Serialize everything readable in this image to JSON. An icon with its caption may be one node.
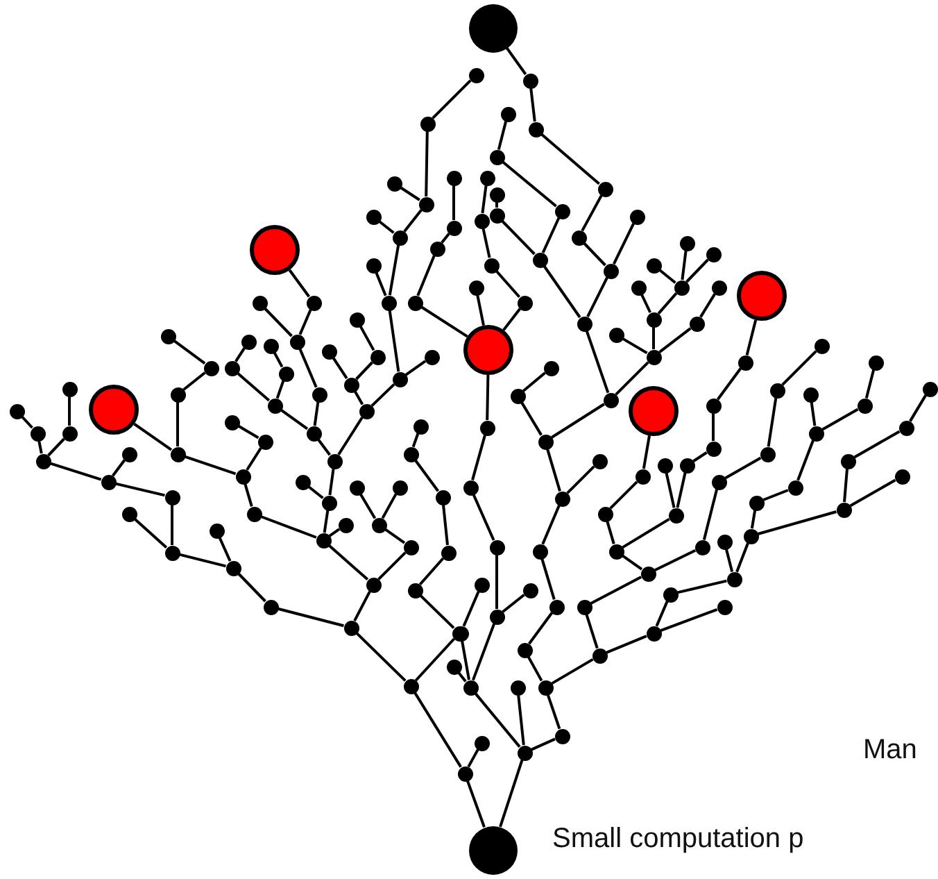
{
  "diagram": {
    "nodes": [
      {
        "text": [],
        "shape": "circle"
      },
      {
        "text": [],
        "shape": "circle"
      },
      {
        "text": [],
        "shape": "circle"
      },
      {
        "text": [],
        "shape": "circle"
      },
      {
        "text": [],
        "shape": "circle"
      },
      {
        "text": [],
        "shape": "circle"
      },
      {
        "text": [],
        "shape": "circle"
      },
      {
        "text": [],
        "shape": "circle"
      },
      {
        "text": [],
        "shape": "circle"
      },
      {
        "text": [],
        "shape": "circle"
      },
      {
        "text": [],
        "shape": "circle"
      },
      {
        "text": [],
        "shape": "circle"
      },
      {
        "text": [],
        "shape": "circle"
      },
      {
        "text": [],
        "shape": "circle"
      },
      {
        "text": [],
        "shape": "circle"
      },
      {
        "text": [],
        "shape": "circle"
      },
      {
        "text": [],
        "shape": "circle"
      },
      {
        "text": [],
        "shape": "circle"
      },
      {
        "text": [],
        "shape": "circle"
      },
      {
        "text": [],
        "shape": "circle"
      },
      {
        "text": [],
        "shape": "circle"
      },
      {
        "text": [],
        "shape": "circle"
      },
      {
        "text": [],
        "shape": "circle"
      },
      {
        "text": [],
        "shape": "circle"
      },
      {
        "text": [],
        "shape": "circle"
      },
      {
        "text": [],
        "shape": "circle"
      },
      {
        "text": [],
        "shape": "circle"
      },
      {
        "text": [],
        "shape": "circle"
      },
      {
        "text": [],
        "shape": "circle"
      },
      {
        "text": [],
        "shape": "circle"
      },
      {
        "text": [],
        "shape": "circle"
      },
      {
        "text": [],
        "shape": "circle"
      },
      {
        "text": [],
        "shape": "circle"
      },
      {
        "text": [],
        "shape": "circle"
      },
      {
        "text": [],
        "shape": "circle"
      },
      {
        "text": [],
        "shape": "circle"
      },
      {
        "text": [],
        "shape": "circle"
      },
      {
        "text": [],
        "shape": "circle"
      },
      {
        "text": [],
        "shape": "circle"
      },
      {
        "text": [],
        "shape": "circle"
      },
      {
        "text": [],
        "shape": "circle"
      },
      {
        "text": [],
        "shape": "circle"
      },
      {
        "text": [],
        "shape": "circle"
      },
      {
        "text": [],
        "shape": "circle"
      },
      {
        "text": [],
        "shape": "circle"
      },
      {
        "text": [],
        "shape": "circle"
      },
      {
        "text": [],
        "shape": "circle"
      },
      {
        "text": [],
        "shape": "circle"
      },
      {
        "text": [],
        "shape": "circle"
      },
      {
        "text": [],
        "shape": "circle"
      },
      {
        "text": [],
        "shape": "circle"
      },
      {
        "text": [],
        "shape": "circle"
      },
      {
        "text": [],
        "shape": "circle"
      },
      {
        "text": [],
        "shape": "circle"
      },
      {
        "text": [],
        "shape": "circle"
      },
      {
        "text": [],
        "shape": "circle"
      },
      {
        "text": [],
        "shape": "circle"
      },
      {
        "text": [],
        "shape": "circle"
      },
      {
        "text": [],
        "shape": "circle"
      },
      {
        "text": [],
        "shape": "circle"
      },
      {
        "text": [],
        "shape": "circle"
      },
      {
        "text": [],
        "shape": "circle"
      },
      {
        "text": [],
        "shape": "circle"
      },
      {
        "text": [],
        "shape": "circle"
      },
      {
        "text": [],
        "shape": "circle"
      },
      {
        "text": [],
        "shape": "circle"
      },
      {
        "text": [],
        "shape": "circle"
      },
      {
        "text": [],
        "shape": "circle"
      },
      {
        "text": [],
        "shape": "circle"
      },
      {
        "text": [],
        "shape": "circle"
      },
      {
        "text": [],
        "shape": "circle"
      },
      {
        "text": [],
        "shape": "circle"
      },
      {
        "text": [],
        "shape": "circle"
      },
      {
        "text": [],
        "shape": "circle"
      },
      {
        "text": [],
        "shape": "circle"
      },
      {
        "text": [],
        "shape": "circle"
      },
      {
        "text": [],
        "shape": "circle"
      },
      {
        "text": [],
        "shape": "circle"
      },
      {
        "text": [],
        "shape": "circle"
      },
      {
        "text": [],
        "shape": "circle"
      },
      {
        "text": [],
        "shape": "circle"
      },
      {
        "text": [],
        "shape": "circle"
      },
      {
        "text": [],
        "shape": "circle"
      },
      {
        "text": [],
        "shape": "circle"
      },
      {
        "text": [],
        "shape": "circle"
      },
      {
        "text": [],
        "shape": "circle"
      },
      {
        "text": [],
        "shape": "circle"
      },
      {
        "text": [],
        "shape": "circle"
      },
      {
        "text": [],
        "shape": "circle"
      },
      {
        "text": [],
        "shape": "circle"
      },
      {
        "text": [],
        "shape": "circle"
      },
      {
        "text": [],
        "shape": "circle"
      },
      {
        "text": [],
        "shape": "circle"
      },
      {
        "text": [],
        "shape": "circle"
      },
      {
        "text": [],
        "shape": "circle"
      },
      {
        "text": [],
        "shape": "circle"
      },
      {
        "text": [],
        "shape": "circle"
      },
      {
        "text": [],
        "shape": "circle"
      },
      {
        "text": [],
        "shape": "circle"
      },
      {
        "text": [],
        "shape": "circle"
      },
      {
        "text": [],
        "shape": "circle"
      },
      {
        "text": [],
        "shape": "circle"
      },
      {
        "text": [],
        "shape": "circle"
      },
      {
        "text": [],
        "shape": "circle"
      },
      {
        "text": [],
        "shape": "circle"
      },
      {
        "text": [],
        "shape": "circle"
      },
      {
        "text": [],
        "shape": "circle"
      },
      {
        "text": [],
        "shape": "circle"
      },
      {
        "text": [],
        "shape": "circle"
      },
      {
        "text": [],
        "shape": "circle"
      },
      {
        "text": [],
        "shape": "circle"
      },
      {
        "text": [],
        "shape": "circle"
      },
      {
        "text": [],
        "shape": "circle"
      },
      {
        "text": [],
        "shape": "circle"
      },
      {
        "text": [],
        "shape": "circle"
      },
      {
        "text": [],
        "shape": "circle"
      },
      {
        "text": [],
        "shape": "circle"
      },
      {
        "text": [],
        "shape": "circle"
      },
      {
        "text": [],
        "shape": "circle"
      },
      {
        "text": [],
        "shape": "circle"
      },
      {
        "text": [],
        "shape": "circle"
      },
      {
        "text": [],
        "shape": "circle"
      },
      {
        "text": [],
        "shape": "circle"
      },
      {
        "text": [],
        "shape": "circle"
      },
      {
        "text": [],
        "shape": "circle"
      },
      {
        "text": [],
        "shape": "circle"
      },
      {
        "text": [],
        "shape": "circle"
      },
      {
        "text": [],
        "shape": "circle"
      },
      {
        "text": [],
        "shape": "circle"
      },
      {
        "text": [],
        "shape": "circle"
      },
      {
        "text": [],
        "shape": "circle"
      },
      {
        "text": [],
        "shape": "circle"
      },
      {
        "text": [],
        "shape": "circle"
      },
      {
        "text": [],
        "shape": "circle"
      },
      {
        "text": [],
        "shape": "circle"
      },
      {
        "text": [],
        "shape": "circle"
      },
      {
        "text": [],
        "shape": "circle"
      },
      {
        "text": [],
        "shape": "circle"
      },
      {
        "text": [],
        "shape": "circle"
      },
      {
        "text": [],
        "shape": "circle"
      },
      {
        "text": [],
        "shape": "circle"
      },
      {
        "text": [],
        "shape": "circle"
      },
      {
        "text": [],
        "shape": "circle"
      },
      {
        "text": [],
        "shape": "circle"
      },
      {
        "text": [],
        "shape": "circle"
      },
      {
        "text": [],
        "shape": "circle"
      },
      {
        "text": [],
        "shape": "circle"
      },
      {
        "text": [],
        "shape": "circle"
      },
      {
        "text": [],
        "shape": "circle"
      },
      {
        "text": [],
        "shape": "circle"
      },
      {
        "text": [],
        "shape": "circle"
      },
      {
        "text": [],
        "shape": "circle"
      },
      {
        "text": [],
        "shape": "circle"
      },
      {
        "text": [],
        "shape": "circle"
      },
      {
        "text": [],
        "shape": "circle"
      },
      {
        "text": [],
        "shape": "circle"
      },
      {
        "text": [],
        "shape": "circle"
      },
      {
        "text": [],
        "shape": "circle"
      },
      {
        "text": [],
        "shape": "circle"
      },
      {
        "text": [],
        "shape": "circle"
      },
      {
        "text": [],
        "shape": "circle"
      }
    ],
    "edges": [
      {
        "from": 0,
        "to": 1,
        "arrow": "none"
      },
      {
        "from": 1,
        "to": 2,
        "arrow": "none"
      },
      {
        "from": 2,
        "to": 3,
        "arrow": "none"
      },
      {
        "from": 3,
        "to": 4,
        "arrow": "none"
      },
      {
        "from": 4,
        "to": 6,
        "arrow": "none"
      },
      {
        "from": 6,
        "to": 5,
        "arrow": "none"
      },
      {
        "from": 6,
        "to": 7,
        "arrow": "none"
      },
      {
        "from": 7,
        "to": 8,
        "arrow": "none"
      },
      {
        "from": 8,
        "to": 9,
        "arrow": "none"
      },
      {
        "from": 10,
        "to": 11,
        "arrow": "none"
      },
      {
        "from": 10,
        "to": 12,
        "arrow": "none"
      },
      {
        "from": 12,
        "to": 13,
        "arrow": "none"
      },
      {
        "from": 13,
        "to": 14,
        "arrow": "none"
      },
      {
        "from": 14,
        "to": 15,
        "arrow": "none"
      },
      {
        "from": 13,
        "to": 7,
        "arrow": "none"
      },
      {
        "from": 16,
        "to": 17,
        "arrow": "none"
      },
      {
        "from": 16,
        "to": 18,
        "arrow": "none"
      },
      {
        "from": 18,
        "to": 19,
        "arrow": "none"
      },
      {
        "from": 19,
        "to": 21,
        "arrow": "none"
      },
      {
        "from": 20,
        "to": 21,
        "arrow": "none"
      },
      {
        "from": 22,
        "to": 23,
        "arrow": "none"
      },
      {
        "from": 23,
        "to": 24,
        "arrow": "none"
      },
      {
        "from": 24,
        "to": 25,
        "arrow": "none"
      },
      {
        "from": 24,
        "to": 26,
        "arrow": "none"
      },
      {
        "from": 26,
        "to": 27,
        "arrow": "none"
      },
      {
        "from": 26,
        "to": 28,
        "arrow": "none"
      },
      {
        "from": 28,
        "to": 29,
        "arrow": "none"
      },
      {
        "from": 28,
        "to": 30,
        "arrow": "none"
      },
      {
        "from": 30,
        "to": 31,
        "arrow": "none"
      },
      {
        "from": 30,
        "to": 32,
        "arrow": "none"
      },
      {
        "from": 32,
        "to": 33,
        "arrow": "none"
      },
      {
        "from": 33,
        "to": 34,
        "arrow": "none"
      },
      {
        "from": 33,
        "to": 35,
        "arrow": "none"
      },
      {
        "from": 35,
        "to": 36,
        "arrow": "none"
      },
      {
        "from": 37,
        "to": 38,
        "arrow": "none"
      },
      {
        "from": 38,
        "to": 39,
        "arrow": "none"
      },
      {
        "from": 39,
        "to": 40,
        "arrow": "none"
      },
      {
        "from": 37,
        "to": 21,
        "arrow": "none"
      },
      {
        "from": 41,
        "to": 42,
        "arrow": "none"
      },
      {
        "from": 42,
        "to": 43,
        "arrow": "none"
      },
      {
        "from": 43,
        "to": 44,
        "arrow": "none"
      },
      {
        "from": 43,
        "to": 45,
        "arrow": "none"
      },
      {
        "from": 45,
        "to": 46,
        "arrow": "none"
      },
      {
        "from": 47,
        "to": 49,
        "arrow": "none"
      },
      {
        "from": 47,
        "to": 48,
        "arrow": "none"
      },
      {
        "from": 51,
        "to": 50,
        "arrow": "none"
      },
      {
        "from": 51,
        "to": 48,
        "arrow": "none"
      },
      {
        "from": 48,
        "to": 46,
        "arrow": "none"
      },
      {
        "from": 52,
        "to": 53,
        "arrow": "none"
      },
      {
        "from": 32,
        "to": 54,
        "arrow": "none"
      },
      {
        "from": 46,
        "to": 54,
        "arrow": "none"
      },
      {
        "from": 54,
        "to": 55,
        "arrow": "none"
      },
      {
        "from": 55,
        "to": 56,
        "arrow": "none"
      },
      {
        "from": 55,
        "to": 58,
        "arrow": "none"
      },
      {
        "from": 58,
        "to": 57,
        "arrow": "none"
      },
      {
        "from": 58,
        "to": 59,
        "arrow": "none"
      },
      {
        "from": 59,
        "to": 60,
        "arrow": "none"
      },
      {
        "from": 60,
        "to": 53,
        "arrow": "none"
      },
      {
        "from": 61,
        "to": 62,
        "arrow": "none"
      },
      {
        "from": 62,
        "to": 63,
        "arrow": "none"
      },
      {
        "from": 63,
        "to": 64,
        "arrow": "none"
      },
      {
        "from": 64,
        "to": 65,
        "arrow": "none"
      },
      {
        "from": 62,
        "to": 60,
        "arrow": "none"
      },
      {
        "from": 66,
        "to": 67,
        "arrow": "none"
      },
      {
        "from": 67,
        "to": 68,
        "arrow": "none"
      },
      {
        "from": 66,
        "to": 69,
        "arrow": "none"
      },
      {
        "from": 69,
        "to": 70,
        "arrow": "none"
      },
      {
        "from": 66,
        "to": 71,
        "arrow": "none"
      },
      {
        "from": 71,
        "to": 72,
        "arrow": "none"
      },
      {
        "from": 71,
        "to": 73,
        "arrow": "none"
      },
      {
        "from": 73,
        "to": 75,
        "arrow": "none"
      },
      {
        "from": 74,
        "to": 75,
        "arrow": "none"
      },
      {
        "from": 75,
        "to": 77,
        "arrow": "none"
      },
      {
        "from": 76,
        "to": 77,
        "arrow": "none"
      },
      {
        "from": 77,
        "to": 78,
        "arrow": "none"
      },
      {
        "from": 78,
        "to": 79,
        "arrow": "none"
      },
      {
        "from": 79,
        "to": 80,
        "arrow": "none"
      },
      {
        "from": 80,
        "to": 58,
        "arrow": "none"
      },
      {
        "from": 80,
        "to": 81,
        "arrow": "none"
      },
      {
        "from": 81,
        "to": 82,
        "arrow": "none"
      },
      {
        "from": 82,
        "to": 83,
        "arrow": "none"
      },
      {
        "from": 82,
        "to": 84,
        "arrow": "none"
      },
      {
        "from": 79,
        "to": 91,
        "arrow": "none"
      },
      {
        "from": 91,
        "to": 90,
        "arrow": "none"
      },
      {
        "from": 90,
        "to": 89,
        "arrow": "none"
      },
      {
        "from": 89,
        "to": 88,
        "arrow": "none"
      },
      {
        "from": 88,
        "to": 85,
        "arrow": "none"
      },
      {
        "from": 85,
        "to": 86,
        "arrow": "none"
      },
      {
        "from": 86,
        "to": 87,
        "arrow": "none"
      },
      {
        "from": 91,
        "to": 92,
        "arrow": "none"
      },
      {
        "from": 92,
        "to": 93,
        "arrow": "none"
      },
      {
        "from": 21,
        "to": 94,
        "arrow": "none"
      },
      {
        "from": 94,
        "to": 95,
        "arrow": "none"
      },
      {
        "from": 95,
        "to": 96,
        "arrow": "none"
      },
      {
        "from": 96,
        "to": 97,
        "arrow": "none"
      },
      {
        "from": 97,
        "to": 98,
        "arrow": "none"
      },
      {
        "from": 97,
        "to": 101,
        "arrow": "none"
      },
      {
        "from": 99,
        "to": 100,
        "arrow": "none"
      },
      {
        "from": 100,
        "to": 101,
        "arrow": "none"
      },
      {
        "from": 101,
        "to": 103,
        "arrow": "none"
      },
      {
        "from": 102,
        "to": 103,
        "arrow": "none"
      },
      {
        "from": 103,
        "to": 93,
        "arrow": "none"
      },
      {
        "from": 103,
        "to": 104,
        "arrow": "none"
      },
      {
        "from": 104,
        "to": 105,
        "arrow": "none"
      },
      {
        "from": 105,
        "to": 106,
        "arrow": "none"
      },
      {
        "from": 106,
        "to": 107,
        "arrow": "none"
      },
      {
        "from": 107,
        "to": 108,
        "arrow": "none"
      },
      {
        "from": 108,
        "to": 109,
        "arrow": "none"
      },
      {
        "from": 109,
        "to": 9,
        "arrow": "none"
      },
      {
        "from": 109,
        "to": 110,
        "arrow": "none"
      },
      {
        "from": 111,
        "to": 92,
        "arrow": "none"
      },
      {
        "from": 112,
        "to": 113,
        "arrow": "none"
      },
      {
        "from": 113,
        "to": 114,
        "arrow": "none"
      },
      {
        "from": 114,
        "to": 115,
        "arrow": "none"
      },
      {
        "from": 115,
        "to": 116,
        "arrow": "none"
      },
      {
        "from": 115,
        "to": 117,
        "arrow": "none"
      },
      {
        "from": 117,
        "to": 118,
        "arrow": "none"
      },
      {
        "from": 117,
        "to": 119,
        "arrow": "none"
      },
      {
        "from": 119,
        "to": 120,
        "arrow": "none"
      },
      {
        "from": 120,
        "to": 121,
        "arrow": "none"
      },
      {
        "from": 121,
        "to": 122,
        "arrow": "none"
      },
      {
        "from": 122,
        "to": 123,
        "arrow": "none"
      },
      {
        "from": 116,
        "to": 124,
        "arrow": "none"
      },
      {
        "from": 124,
        "to": 125,
        "arrow": "none"
      },
      {
        "from": 125,
        "to": 126,
        "arrow": "none"
      },
      {
        "from": 126,
        "to": 127,
        "arrow": "none"
      },
      {
        "from": 127,
        "to": 128,
        "arrow": "none"
      },
      {
        "from": 116,
        "to": 129,
        "arrow": "none"
      },
      {
        "from": 129,
        "to": 130,
        "arrow": "none"
      },
      {
        "from": 130,
        "to": 131,
        "arrow": "none"
      },
      {
        "from": 131,
        "to": 132,
        "arrow": "none"
      },
      {
        "from": 132,
        "to": 133,
        "arrow": "none"
      },
      {
        "from": 131,
        "to": 134,
        "arrow": "none"
      },
      {
        "from": 133,
        "to": 135,
        "arrow": "none"
      },
      {
        "from": 133,
        "to": 136,
        "arrow": "none"
      },
      {
        "from": 136,
        "to": 137,
        "arrow": "none"
      },
      {
        "from": 137,
        "to": 138,
        "arrow": "none"
      },
      {
        "from": 138,
        "to": 139,
        "arrow": "none"
      },
      {
        "from": 139,
        "to": 140,
        "arrow": "none"
      },
      {
        "from": 139,
        "to": 141,
        "arrow": "none"
      },
      {
        "from": 141,
        "to": 142,
        "arrow": "none"
      },
      {
        "from": 136,
        "to": 143,
        "arrow": "none"
      },
      {
        "from": 143,
        "to": 144,
        "arrow": "none"
      },
      {
        "from": 144,
        "to": 145,
        "arrow": "none"
      },
      {
        "from": 145,
        "to": 146,
        "arrow": "none"
      },
      {
        "from": 143,
        "to": 147,
        "arrow": "none"
      },
      {
        "from": 130,
        "to": 105,
        "arrow": "none"
      },
      {
        "from": 8,
        "to": 148,
        "arrow": "none"
      },
      {
        "from": 148,
        "to": 149,
        "arrow": "none"
      },
      {
        "from": 149,
        "to": 150,
        "arrow": "none"
      },
      {
        "from": 148,
        "to": 157,
        "arrow": "none"
      },
      {
        "from": 148,
        "to": 151,
        "arrow": "none"
      },
      {
        "from": 151,
        "to": 152,
        "arrow": "none"
      },
      {
        "from": 151,
        "to": 156,
        "arrow": "none"
      },
      {
        "from": 152,
        "to": 153,
        "arrow": "none"
      },
      {
        "from": 152,
        "to": 154,
        "arrow": "none"
      },
      {
        "from": 152,
        "to": 155,
        "arrow": "none"
      },
      {
        "from": 9,
        "to": 158,
        "arrow": "none"
      },
      {
        "from": 158,
        "to": 159,
        "arrow": "none"
      },
      {
        "from": 160,
        "to": 101,
        "arrow": "none"
      }
    ],
    "labels": [
      "Man",
      "Small computation p"
    ]
  }
}
